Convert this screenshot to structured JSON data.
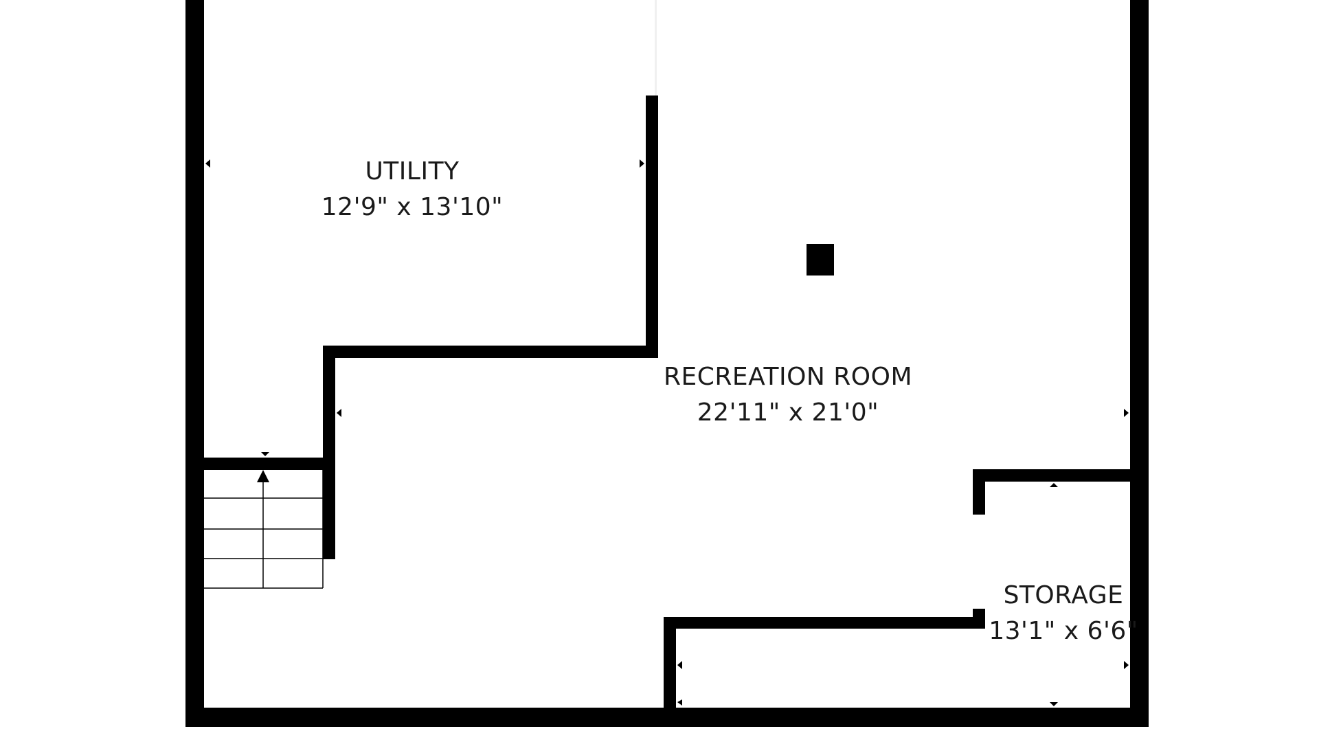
{
  "rooms": {
    "utility": {
      "name": "UTILITY",
      "dims": "12'9\" x 13'10\""
    },
    "recreation": {
      "name": "RECREATION ROOM",
      "dims": "22'11\" x 21'0\""
    },
    "storage": {
      "name": "STORAGE",
      "dims": "13'1\" x 6'6\""
    }
  },
  "colors": {
    "wall": "#000000",
    "background": "#ffffff",
    "text": "#1a1a1a"
  }
}
